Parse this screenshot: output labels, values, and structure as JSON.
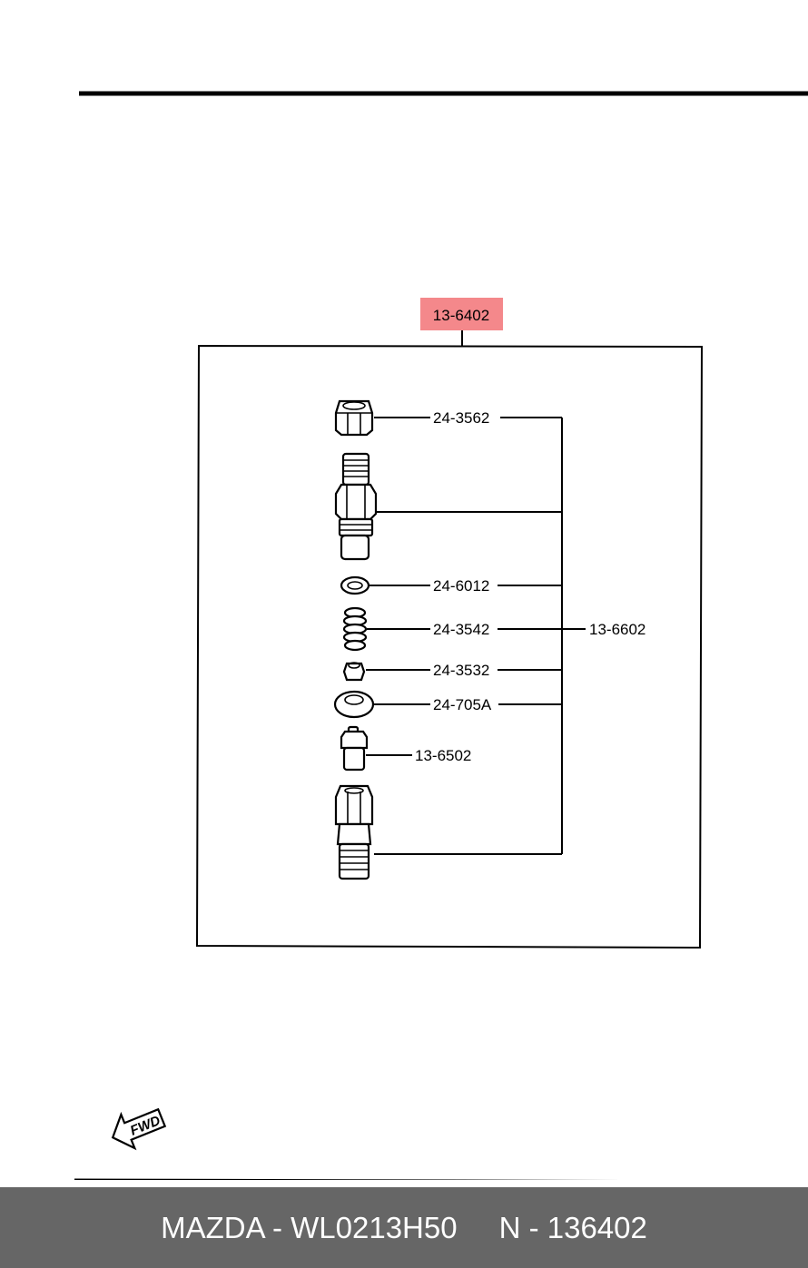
{
  "diagram": {
    "assembly_label": "13-6402",
    "assembly_highlight_color": "#f4888b",
    "callouts": {
      "part_24_3562": "24-3562",
      "part_24_6012": "24-6012",
      "part_24_3542": "24-3542",
      "part_24_3532": "24-3532",
      "part_24_705A": "24-705A",
      "part_13_6502": "13-6502",
      "group_13_6602": "13-6602"
    },
    "direction_icon": "fwd-arrow-icon",
    "direction_label": "FWD"
  },
  "footer": {
    "brand_part": "MAZDA - WL0213H50",
    "ref_number": "N - 136402",
    "background_color": "#666666"
  }
}
